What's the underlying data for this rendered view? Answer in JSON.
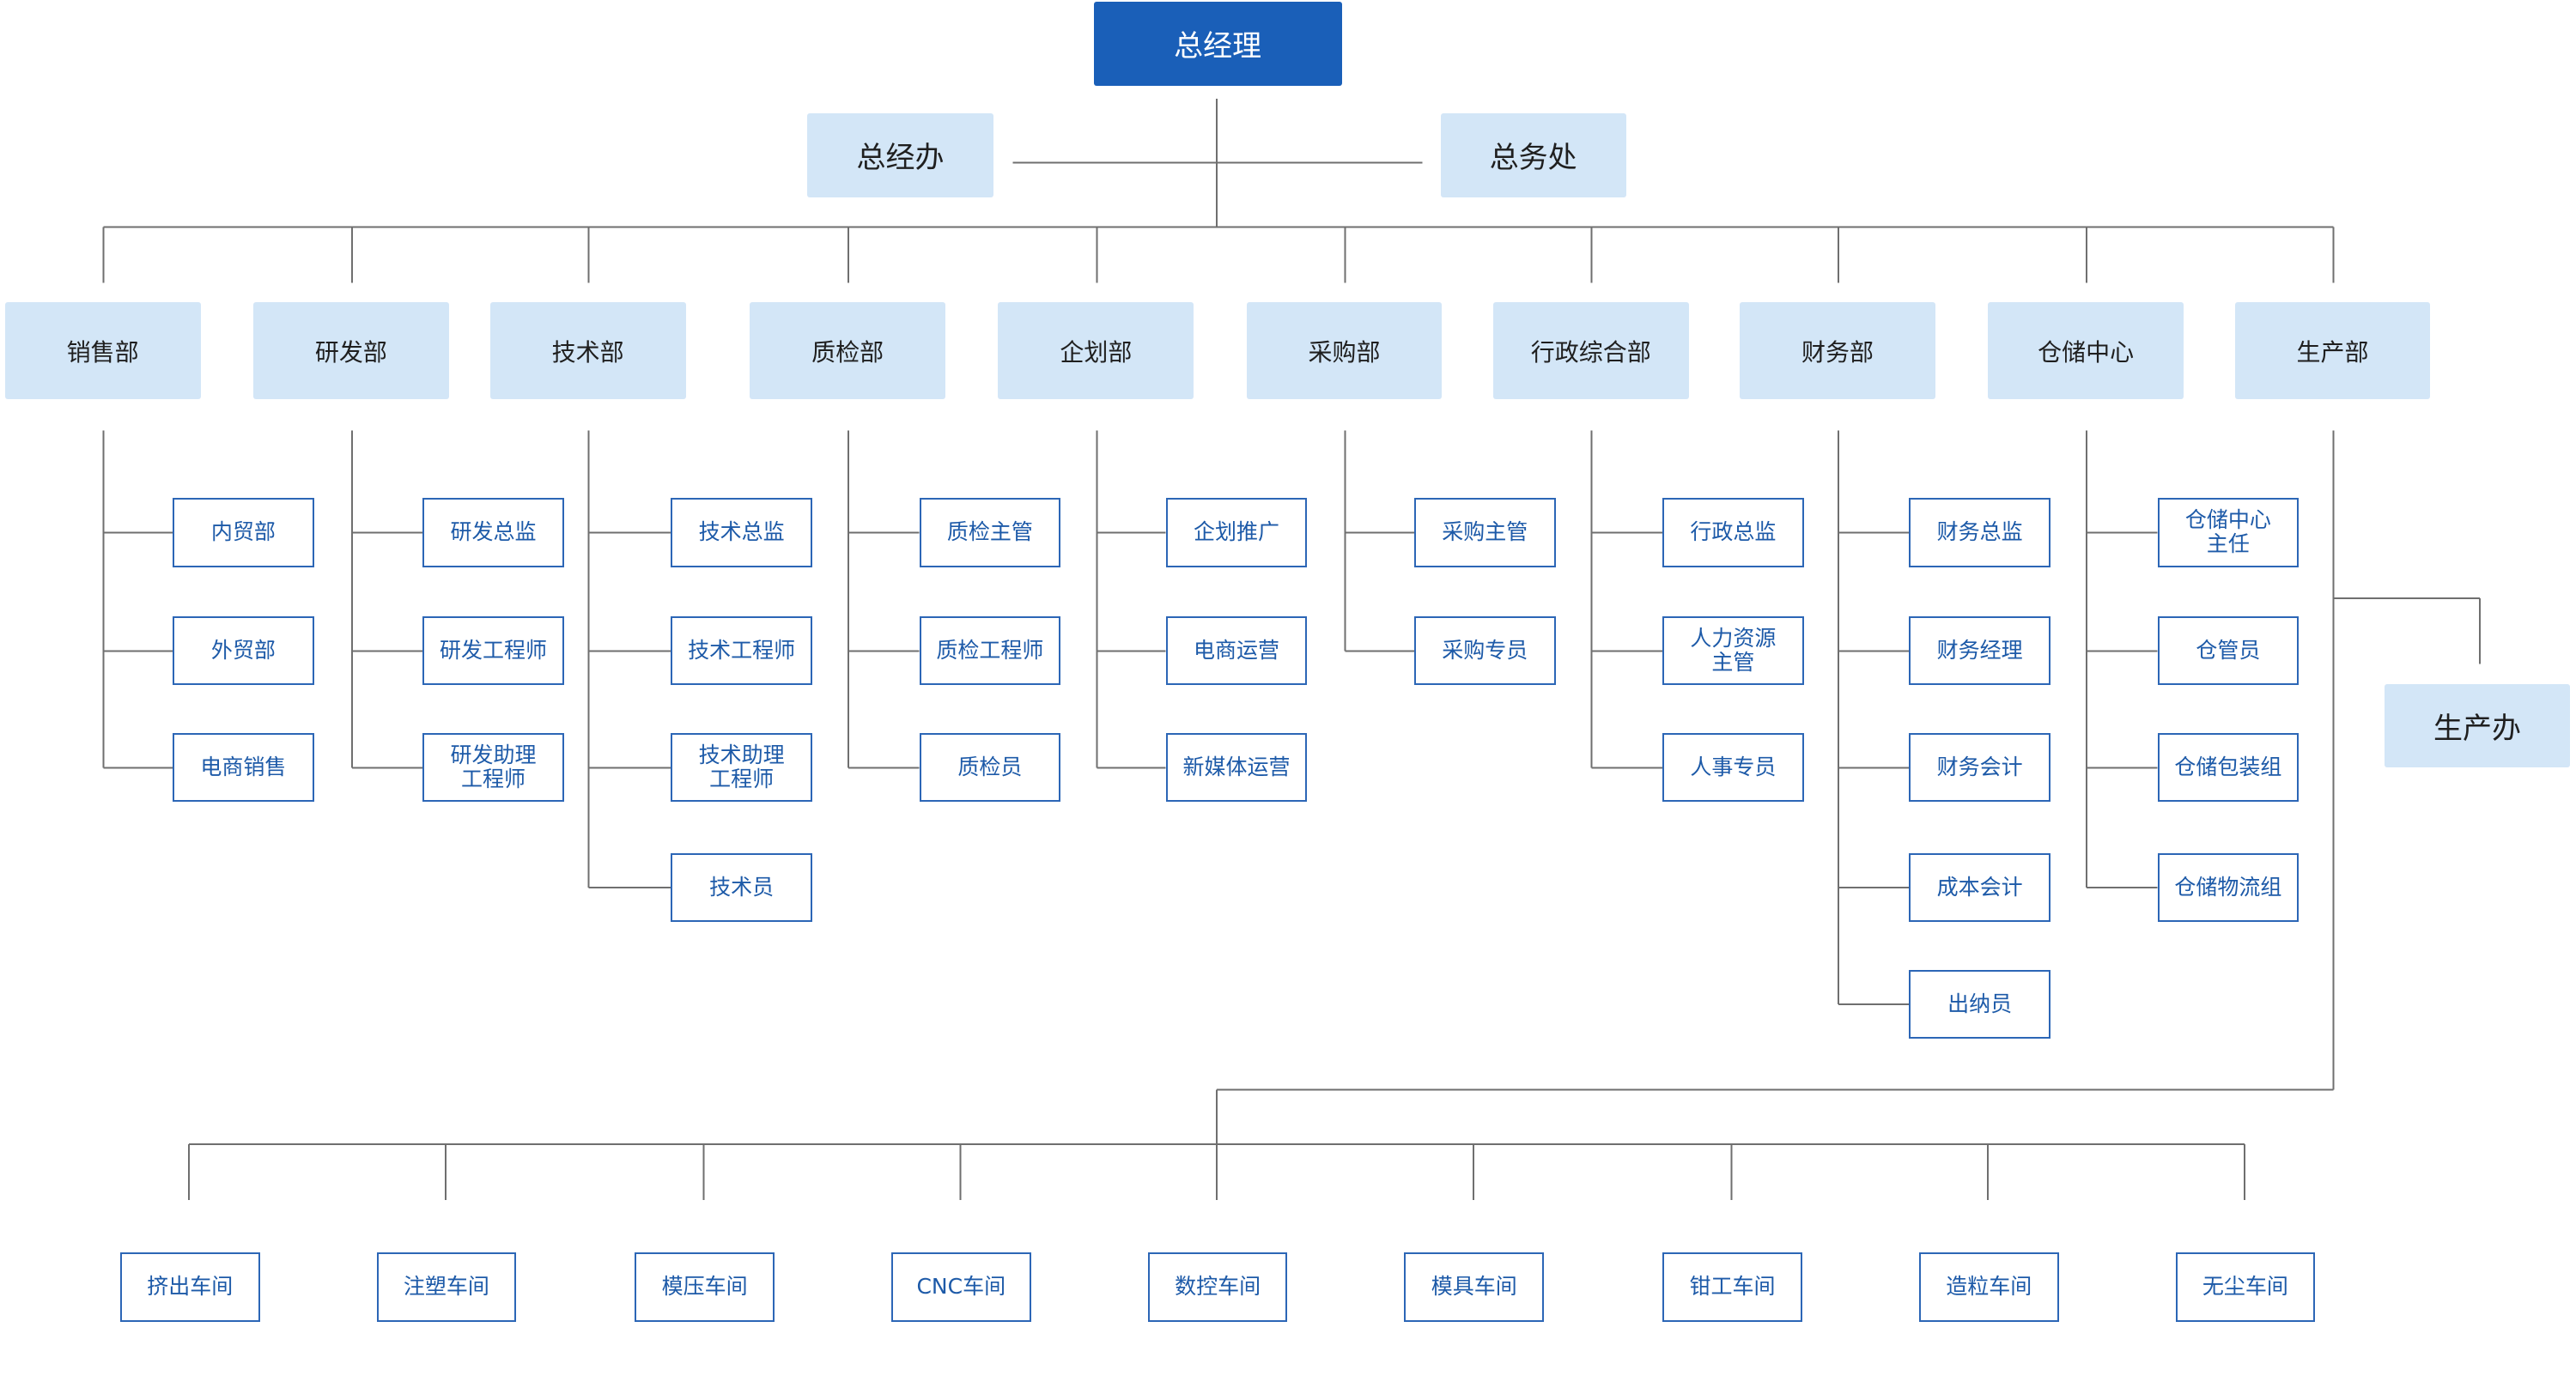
{
  "top": "总经理",
  "offices": [
    "总经办",
    "总务处"
  ],
  "departments": [
    {
      "name": "销售部",
      "roles": [
        "内贸部",
        "外贸部",
        "电商销售"
      ]
    },
    {
      "name": "研发部",
      "roles": [
        "研发总监",
        "研发工程师",
        "研发助理\n工程师"
      ]
    },
    {
      "name": "技术部",
      "roles": [
        "技术总监",
        "技术工程师",
        "技术助理\n工程师",
        "技术员"
      ]
    },
    {
      "name": "质检部",
      "roles": [
        "质检主管",
        "质检工程师",
        "质检员"
      ]
    },
    {
      "name": "企划部",
      "roles": [
        "企划推广",
        "电商运营",
        "新媒体运营"
      ]
    },
    {
      "name": "采购部",
      "roles": [
        "采购主管",
        "采购专员"
      ]
    },
    {
      "name": "行政综合部",
      "roles": [
        "行政总监",
        "人力资源\n主管",
        "人事专员"
      ]
    },
    {
      "name": "财务部",
      "roles": [
        "财务总监",
        "财务经理",
        "财务会计",
        "成本会计",
        "出纳员"
      ]
    },
    {
      "name": "仓储中心",
      "roles": [
        "仓储中心\n主任",
        "仓管员",
        "仓储包装组",
        "仓储物流组"
      ]
    },
    {
      "name": "生产部",
      "roles": []
    }
  ],
  "production_office": "生产办",
  "workshops": [
    "挤出车间",
    "注塑车间",
    "模压车间",
    "CNC车间",
    "数控车间",
    "模具车间",
    "钳工车间",
    "造粒车间",
    "无尘车间"
  ],
  "colors": {
    "top_fill": "#1a5fb8",
    "dept_fill": "#d3e6f7",
    "sub_border": "#2c66b6",
    "sub_text": "#1d5aa8",
    "line": "#6f6f6f"
  }
}
